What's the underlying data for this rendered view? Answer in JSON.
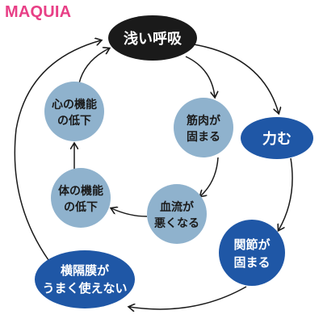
{
  "brand": {
    "text": "MAQUIA"
  },
  "colors": {
    "dark": "#1a1a1a",
    "blue": "#1f57a6",
    "light": "#8fb2cd",
    "arrow": "#1a1a1a",
    "light_text": "#1a1a1a",
    "dark_text": "#ffffff",
    "brand": "#e83f86"
  },
  "nodes": {
    "shallow_breath": {
      "lines": [
        "浅い呼吸"
      ],
      "style": "dark"
    },
    "tense": {
      "lines": [
        "力む"
      ],
      "style": "blue"
    },
    "joints_stiffen": {
      "lines": [
        "関節が",
        "固まる"
      ],
      "style": "blue"
    },
    "diaphragm": {
      "lines": [
        "横隔膜が",
        "うまく使えない"
      ],
      "style": "blue"
    },
    "muscles_stiffen": {
      "lines": [
        "筋肉が",
        "固まる"
      ],
      "style": "light"
    },
    "circulation": {
      "lines": [
        "血流が",
        "悪くなる"
      ],
      "style": "light"
    },
    "body_function": {
      "lines": [
        "体の機能",
        "の低下"
      ],
      "style": "light"
    },
    "heart_function": {
      "lines": [
        "心の機能",
        "の低下"
      ],
      "style": "light"
    }
  }
}
